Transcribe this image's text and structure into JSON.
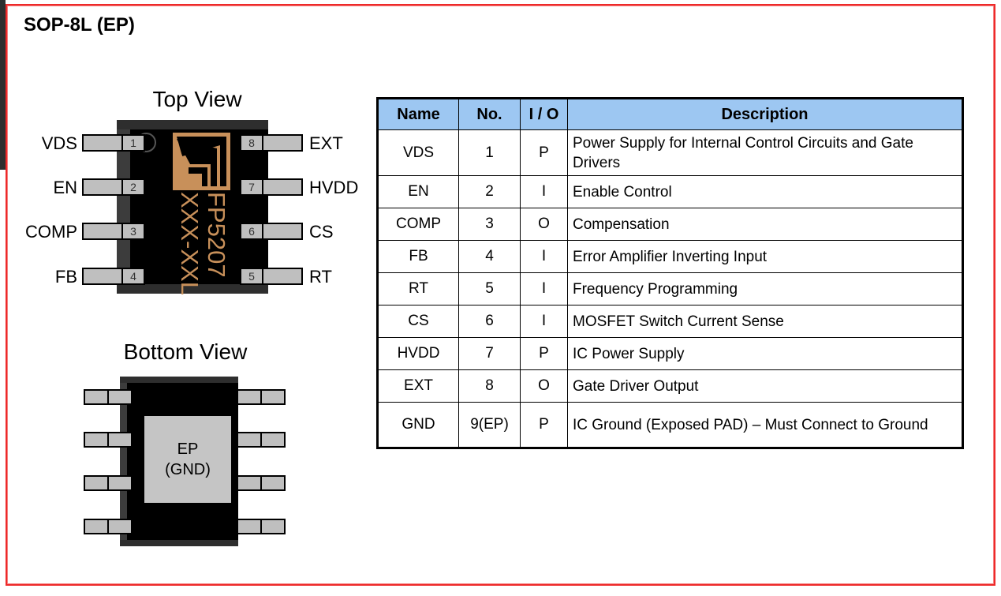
{
  "page": {
    "title": "SOP-8L (EP)",
    "border_color": "#ee2a2a"
  },
  "top_view": {
    "heading": "Top View",
    "chip": {
      "part_number": "FP5207",
      "lot_code": "XXX-XXL",
      "logo_color": "#c8905a",
      "body_color": "#000000"
    },
    "pins_left": [
      {
        "label": "VDS",
        "number": "1"
      },
      {
        "label": "EN",
        "number": "2"
      },
      {
        "label": "COMP",
        "number": "3"
      },
      {
        "label": "FB",
        "number": "4"
      }
    ],
    "pins_right": [
      {
        "label": "EXT",
        "number": "8"
      },
      {
        "label": "HVDD",
        "number": "7"
      },
      {
        "label": "CS",
        "number": "6"
      },
      {
        "label": "RT",
        "number": "5"
      }
    ]
  },
  "bottom_view": {
    "heading": "Bottom View",
    "pad_label_line1": "EP",
    "pad_label_line2": "(GND)",
    "pad_color": "#c5c5c5"
  },
  "pin_table": {
    "header_bg": "#9dc7f2",
    "columns": [
      "Name",
      "No.",
      "I / O",
      "Description"
    ],
    "rows": [
      {
        "name": "VDS",
        "no": "1",
        "io": "P",
        "desc": "Power Supply for Internal Control Circuits and Gate Drivers",
        "tall": true
      },
      {
        "name": "EN",
        "no": "2",
        "io": "I",
        "desc": "Enable Control",
        "tall": false
      },
      {
        "name": "COMP",
        "no": "3",
        "io": "O",
        "desc": "Compensation",
        "tall": false
      },
      {
        "name": "FB",
        "no": "4",
        "io": "I",
        "desc": "Error Amplifier Inverting Input",
        "tall": false
      },
      {
        "name": "RT",
        "no": "5",
        "io": "I",
        "desc": "Frequency Programming",
        "tall": false
      },
      {
        "name": "CS",
        "no": "6",
        "io": "I",
        "desc": "MOSFET Switch Current Sense",
        "tall": false
      },
      {
        "name": "HVDD",
        "no": "7",
        "io": "P",
        "desc": "IC Power Supply",
        "tall": false
      },
      {
        "name": "EXT",
        "no": "8",
        "io": "O",
        "desc": "Gate Driver Output",
        "tall": false
      },
      {
        "name": "GND",
        "no": "9(EP)",
        "io": "P",
        "desc": "IC Ground (Exposed PAD) – Must Connect to Ground",
        "tall": true
      }
    ]
  }
}
